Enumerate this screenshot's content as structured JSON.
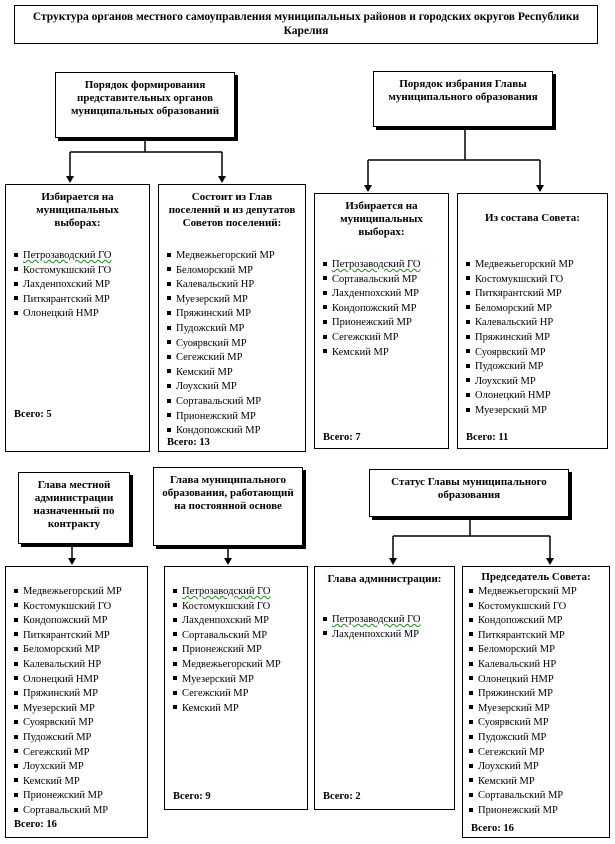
{
  "title": "Структура органов местного самоуправления муниципальных районов и городских округов Республики Карелия",
  "sections": {
    "formation": {
      "heading": "Порядок формирования представительных органов муниципальных образований",
      "elected": {
        "heading": "Избирается на муниципальных выборах:",
        "items": [
          "Петрозаводский ГО",
          "Костомукшский ГО",
          "Лахденпохский МР",
          "Питкярантский МР",
          "Олонецкий НМР"
        ],
        "total": "Всего: 5"
      },
      "composed": {
        "heading": "Состоит из Глав поселений и из депутатов Советов поселений:",
        "items": [
          "Медвежьегорский МР",
          "Беломорский МР",
          "Калевальский НР",
          "Муезерский МР",
          "Пряжинский МР",
          "Пудожский МР",
          "Суоярвский МР",
          "Сегежский МР",
          "Кемский МР",
          "Лоухский МР",
          "Сортавальский МР",
          "Прионежский МР",
          "Кондопожский МР"
        ],
        "total": "Всего: 13"
      }
    },
    "election": {
      "heading": "Порядок избрания Главы муниципального образования",
      "elected": {
        "heading": "Избирается на муниципальных выборах:",
        "items": [
          "Петрозаводский ГО",
          "Сортавальский МР",
          "Лахденпохский МР",
          "Кондопожский МР",
          "Прионежский МР",
          "Сегежский МР",
          "Кемский МР"
        ],
        "total": "Всего: 7"
      },
      "council": {
        "heading": "Из состава Совета:",
        "items": [
          "Медвежьегорский МР",
          "Костомукшский ГО",
          "Питкярантский МР",
          "Беломорский МР",
          "Калевальский НР",
          "Пряжинский МР",
          "Суоярвский МР",
          "Пудожский МР",
          "Лоухский МР",
          "Олонецкий НМР",
          "Муезерский МР"
        ],
        "total": "Всего: 11"
      }
    },
    "admin_head": {
      "heading": "Глава местной администрации назначенный по контракту",
      "items": [
        "Медвежьегорский МР",
        "Костомукшский ГО",
        "Кондопожский МР",
        "Питкярантский МР",
        "Беломорский МР",
        "Калевальский НР",
        "Олонецкий НМР",
        "Пряжинский МР",
        "Муезерский МР",
        "Суоярвский МР",
        "Пудожский МР",
        "Сегежский МР",
        "Лоухский МР",
        "Кемский МР",
        "Прионежский МР",
        "Сортавальский МР"
      ],
      "total": "Всего: 16"
    },
    "permanent_head": {
      "heading": "Глава муниципального образования, работающий на постоянной основе",
      "items": [
        "Петрозаводский ГО",
        "Костомукшский ГО",
        "Лахденпохский МР",
        "Сортавальский МР",
        "Прионежский МР",
        "Медвежьегорский МР",
        "Муезерский МР",
        "Сегежский МР",
        "Кемский МР"
      ],
      "total": "Всего: 9"
    },
    "status": {
      "heading": "Статус Главы муниципального образования",
      "admin": {
        "heading": "Глава администрации:",
        "items": [
          "Петрозаводский ГО",
          "Лахденпохский МР"
        ],
        "total": "Всего: 2"
      },
      "chair": {
        "heading": "Председатель Совета:",
        "items": [
          "Медвежьегорский МР",
          "Костомукшский ГО",
          "Кондопожский МР",
          "Питкярантский МР",
          "Беломорский МР",
          "Калевальский НР",
          "Олонецкий НМР",
          "Пряжинский МР",
          "Муезерский МР",
          "Суоярвский МР",
          "Пудожский МР",
          "Сегежский МР",
          "Лоухский МР",
          "Кемский МР",
          "Сортавальский МР",
          "Прионежский МР"
        ],
        "total": "Всего: 16"
      }
    }
  }
}
